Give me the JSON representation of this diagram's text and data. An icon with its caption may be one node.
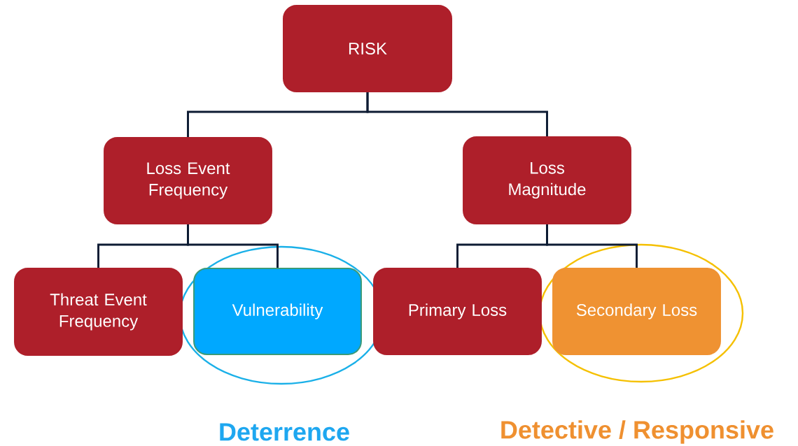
{
  "diagram": {
    "nodes": [
      {
        "text": [
          "RISK"
        ]
      },
      {
        "text": [
          "Loss Event Frequency"
        ]
      },
      {
        "text": [
          "Loss Magnitude"
        ]
      },
      {
        "text": [
          "Threat Event Frequency"
        ]
      },
      {
        "text": [
          "Vulnerability"
        ]
      },
      {
        "text": [
          "Primary Loss"
        ]
      },
      {
        "text": [
          "Secondary Loss"
        ]
      }
    ],
    "edges": [
      {
        "from": 0,
        "to": 1,
        "arrow": "none"
      },
      {
        "from": 0,
        "to": 2,
        "arrow": "none"
      },
      {
        "from": 1,
        "to": 3,
        "arrow": "none"
      },
      {
        "from": 1,
        "to": 4,
        "arrow": "none"
      },
      {
        "from": 2,
        "to": 5,
        "arrow": "none"
      },
      {
        "from": 2,
        "to": 6,
        "arrow": "none"
      }
    ],
    "labels": [
      "Deterrence",
      "Detective / Responsive"
    ]
  }
}
